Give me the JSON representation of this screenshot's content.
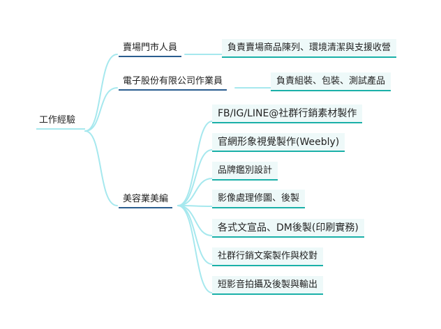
{
  "mindmap": {
    "root": "工作經驗",
    "branches": [
      {
        "label": "賣場門市人員",
        "details": [
          "負責賣場商品陳列、環境清潔與支援收營"
        ]
      },
      {
        "label": "電子股份有限公司作業員",
        "details": [
          "負責組裝、包裝、測試產品"
        ]
      },
      {
        "label": "美容業美編",
        "details": [
          "FB/IG/LINE@社群行銷素材製作",
          "官網形象視覺製作(Weebly)",
          "品牌鑑別設計",
          "影像處理修圖、後製",
          "各式文宣品、DM後製(印刷實務)",
          "社群行銷文案製作與校對",
          "短影音拍攝及後製與輸出"
        ]
      }
    ]
  },
  "colors": {
    "connector": "#a6e8ee",
    "branch_underline": "#2a5d8f",
    "leaf_underline": "#1ab0a8",
    "leaf_background": "#eef9f9"
  }
}
